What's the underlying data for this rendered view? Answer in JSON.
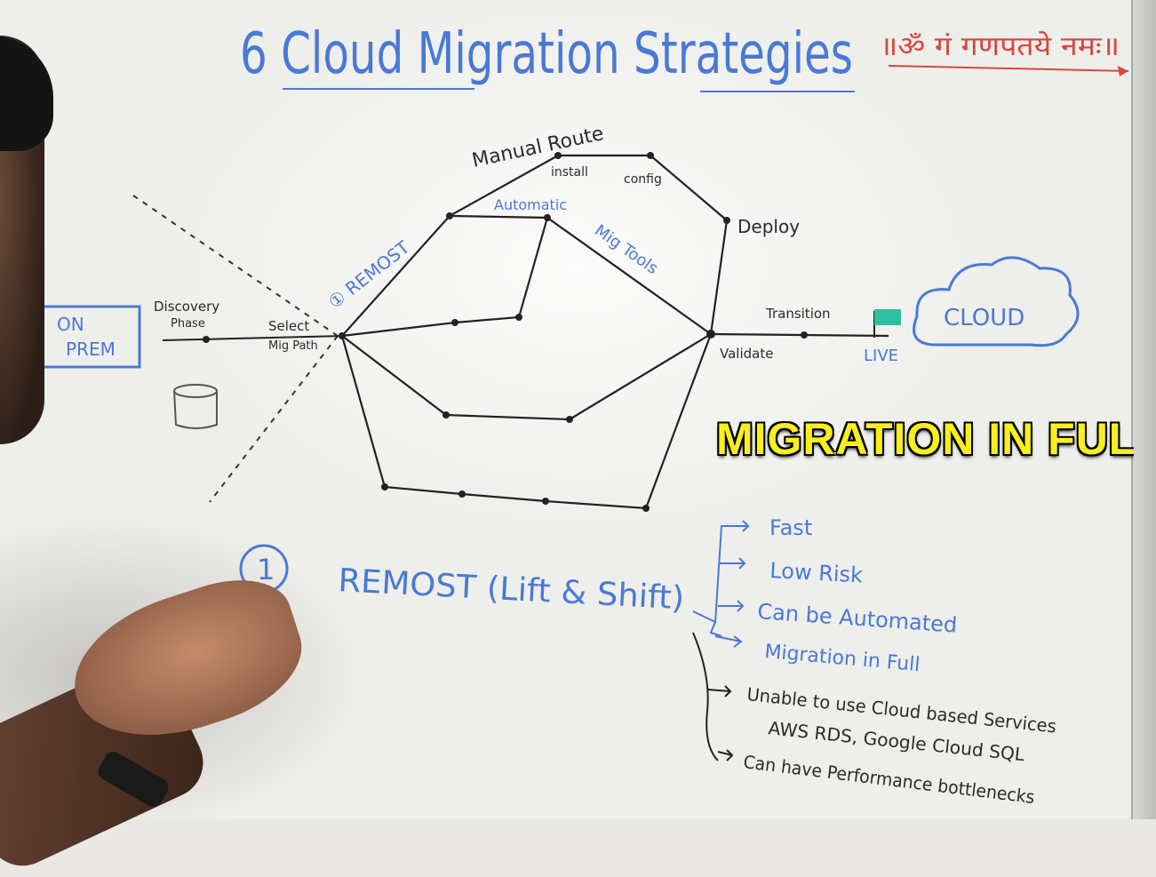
{
  "title": "6 Cloud Migration Strategies",
  "sanskrit": "॥ॐ गं गणपतये नमः॥",
  "diagram": {
    "on_prem": "ON\nPREM",
    "discovery": "Discovery\nPhase",
    "select": "Select\nMig Path",
    "remost_label": "① REMOST",
    "manual_route": "Manual Route",
    "install": "install",
    "config": "config",
    "automatic": "Automatic",
    "mig_tools": "Mig Tools",
    "deploy": "Deploy",
    "validate": "Validate",
    "transition": "Transition",
    "live": "LIVE",
    "cloud": "CLOUD"
  },
  "remost": {
    "number": "1",
    "heading": "REMOST (Lift & Shift)",
    "pros": [
      "Fast",
      "Low Risk",
      "Can be Automated",
      "Migration in Full"
    ],
    "cons": [
      "Unable to use Cloud based Services",
      "AWS RDS, Google Cloud SQL",
      "Can have Performance bottlenecks"
    ]
  },
  "caption": "MIGRATION IN FULL",
  "colors": {
    "marker_blue": "#4a79d6",
    "marker_black": "#2b2b2b",
    "marker_red": "#d9453c",
    "flag_teal": "#2fbfa0",
    "caption_yellow": "#f6ef1c"
  }
}
